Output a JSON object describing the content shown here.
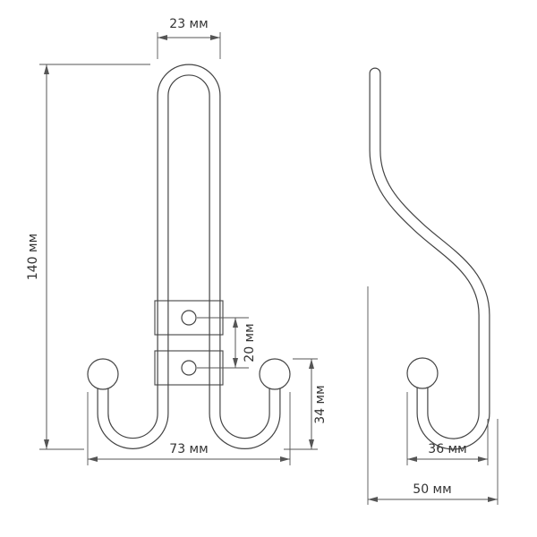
{
  "page": {
    "background": "#ffffff"
  },
  "drawing": {
    "unit": "мм",
    "line_color": "#444444",
    "dimension_color": "#555555",
    "text_color": "#333333"
  },
  "dimensions": {
    "top_width": {
      "value": 23,
      "label": "23 мм"
    },
    "height": {
      "value": 140,
      "label": "140 мм"
    },
    "hole_spacing": {
      "value": 20,
      "label": "20 мм"
    },
    "hook_height": {
      "value": 34,
      "label": "34 мм"
    },
    "bottom_width": {
      "value": 73,
      "label": "73 мм"
    },
    "side_hook_depth": {
      "value": 36,
      "label": "36 мм"
    },
    "side_total_depth": {
      "value": 50,
      "label": "50 мм"
    }
  }
}
